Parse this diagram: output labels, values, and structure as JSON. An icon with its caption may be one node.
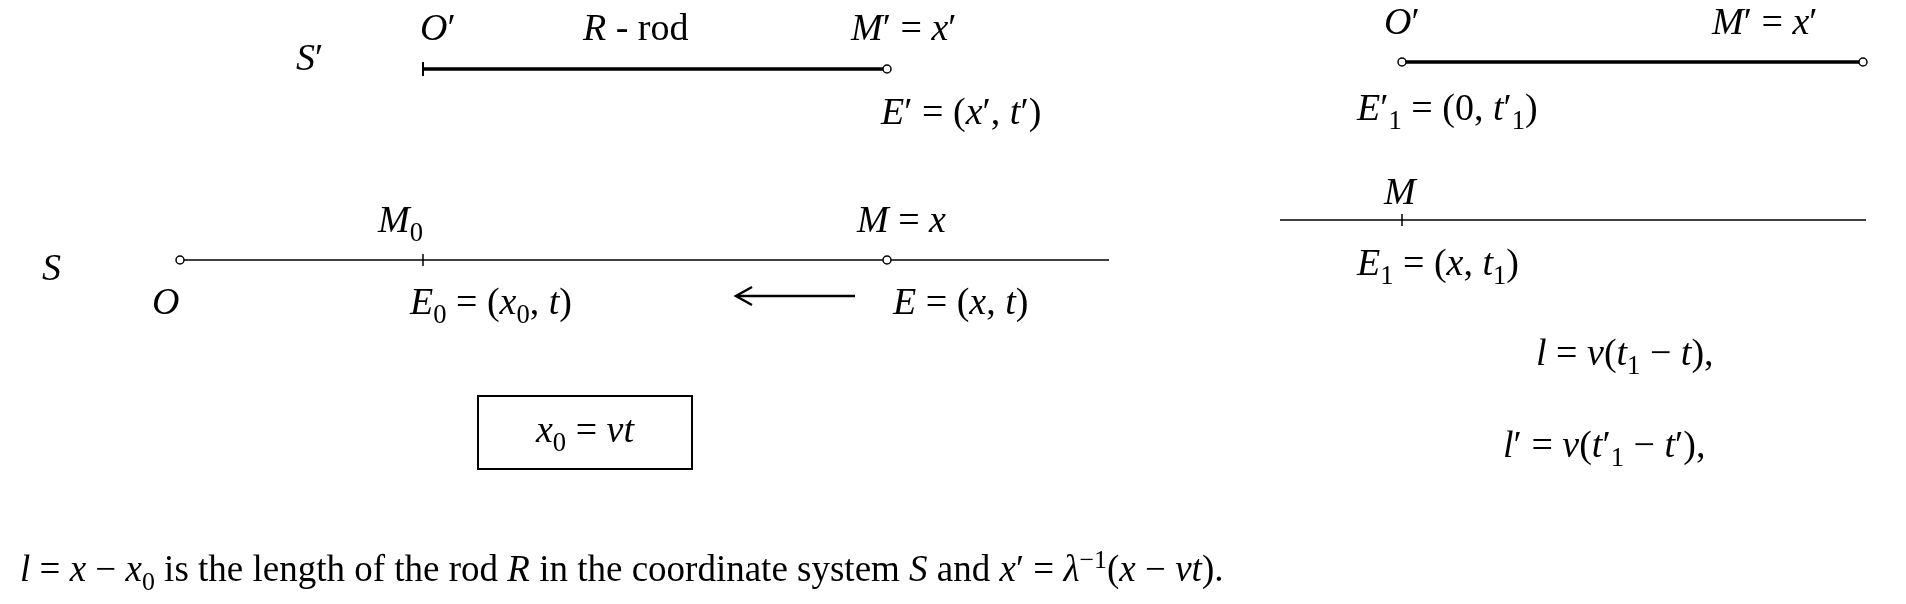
{
  "diagram": {
    "caption": "*l* = *x* − *x*$_{0}$ is the length of the rod *R* in the coordinate system *S* and *x*′ = *λ*$^{−1}$(*x* − *vt*).",
    "nodes": [
      {
        "text": [
          "*x*$_{0}$ = *vt*"
        ]
      }
    ],
    "labels": [
      "*S*′",
      "*O*′",
      "*R* - rod",
      "*M*′ = *x*′",
      "*O*′",
      "*M*′ = *x*′",
      "*E*′ = (*x*′, *t*′)",
      "*E*′$_{1}$ = (0, *t*′$_{1}$)",
      "*M*$_{0}$",
      "*M* = *x*",
      "*M*",
      "*S*",
      "*E*$_{1}$ = (*x*, *t*$_{1}$)",
      "*O*",
      "*E*$_{0}$ = (*x*$_{0}$, *t*)",
      "*E* = (*x*, *t*)",
      "*l* = *v*(*t*$_{1}$ − *t*),",
      "*l*′ = *v*(*t*′$_{1}$ − *t*′),"
    ]
  }
}
